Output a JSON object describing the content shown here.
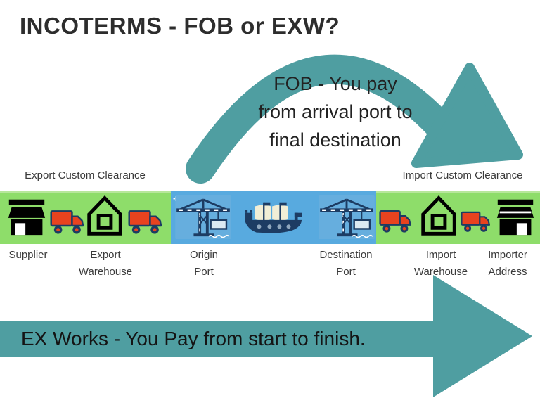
{
  "title": "INCOTERMS - FOB or EXW?",
  "fob_arrow": {
    "line1": "FOB - You pay",
    "line2": "from arrival port to",
    "line3": "final destination"
  },
  "clearance": {
    "export_label": "Export Custom Clearance",
    "import_label": "Import Custom Clearance"
  },
  "chain": {
    "stages": [
      {
        "line1": "Supplier",
        "line2": ""
      },
      {
        "line1": "Export",
        "line2": "Warehouse"
      },
      {
        "line1": "Origin",
        "line2": "Port"
      },
      {
        "line1": "Destination",
        "line2": "Port"
      },
      {
        "line1": "Import",
        "line2": "Warehouse"
      },
      {
        "line1": "Importer",
        "line2": "Address"
      }
    ]
  },
  "exw_arrow": {
    "label": "EX Works - You Pay from start to finish."
  },
  "icons": {
    "sparkle_glyph": "+",
    "names": [
      "storefront-icon",
      "delivery-truck-icon",
      "warehouse-icon",
      "port-crane-icon",
      "cargo-ship-icon",
      "curved-arrow-icon",
      "right-arrow-icon",
      "sparkle-icon"
    ]
  },
  "colors": {
    "teal_arrow": "#4f9ea1",
    "land_green": "#8edd6a",
    "sea_blue": "#58aadf",
    "truck_red": "#e8431f",
    "icon_navy": "#1d3c63",
    "sail_cream": "#f1eed6",
    "icon_black": "#000000",
    "text_dark": "#2d2d2d"
  }
}
